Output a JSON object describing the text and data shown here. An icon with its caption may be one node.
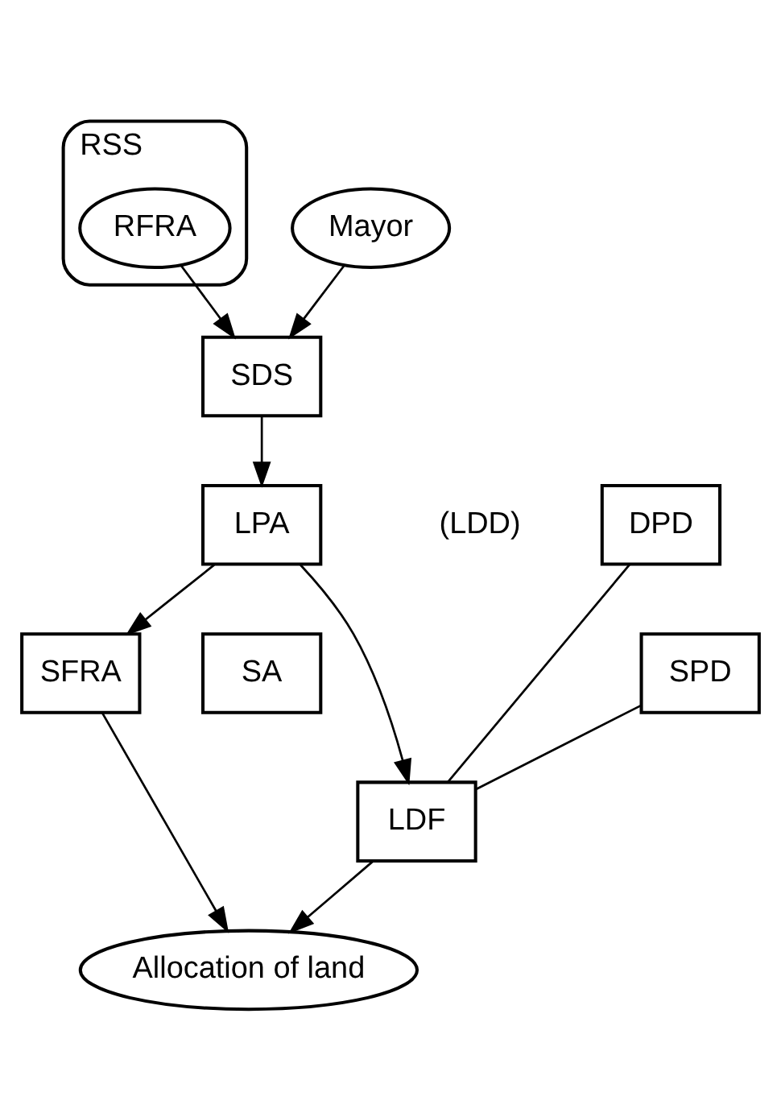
{
  "diagram": {
    "nodes": [
      {
        "text": [
          "RSS"
        ]
      },
      {
        "text": [
          "RFRA"
        ],
        "in": 0
      },
      {
        "text": [
          "Mayor"
        ]
      },
      {
        "text": [
          "SDS"
        ]
      },
      {
        "text": [
          "LPA"
        ]
      },
      {
        "text": [
          "SA"
        ]
      },
      {
        "text": [
          "DPD"
        ]
      },
      {
        "text": [
          "SPD"
        ]
      },
      {
        "text": [
          "LDF"
        ]
      },
      {
        "text": [
          "SFRA"
        ]
      },
      {
        "text": [
          "Allocation of land"
        ]
      }
    ],
    "edges": [
      {
        "from": 1,
        "to": 3,
        "arrow": "to"
      },
      {
        "from": 2,
        "to": 3,
        "arrow": "to"
      },
      {
        "from": 3,
        "to": 4,
        "arrow": "to"
      },
      {
        "from": 4,
        "to": 8,
        "arrow": "to"
      },
      {
        "from": 4,
        "to": 9,
        "arrow": "to"
      },
      {
        "from": 6,
        "to": 8,
        "arrow": "none"
      },
      {
        "from": 7,
        "to": 8,
        "arrow": "none"
      },
      {
        "from": 8,
        "to": 10,
        "arrow": "to"
      },
      {
        "from": 9,
        "to": 10,
        "arrow": "to"
      }
    ],
    "labels": [
      "(LDD)"
    ]
  }
}
